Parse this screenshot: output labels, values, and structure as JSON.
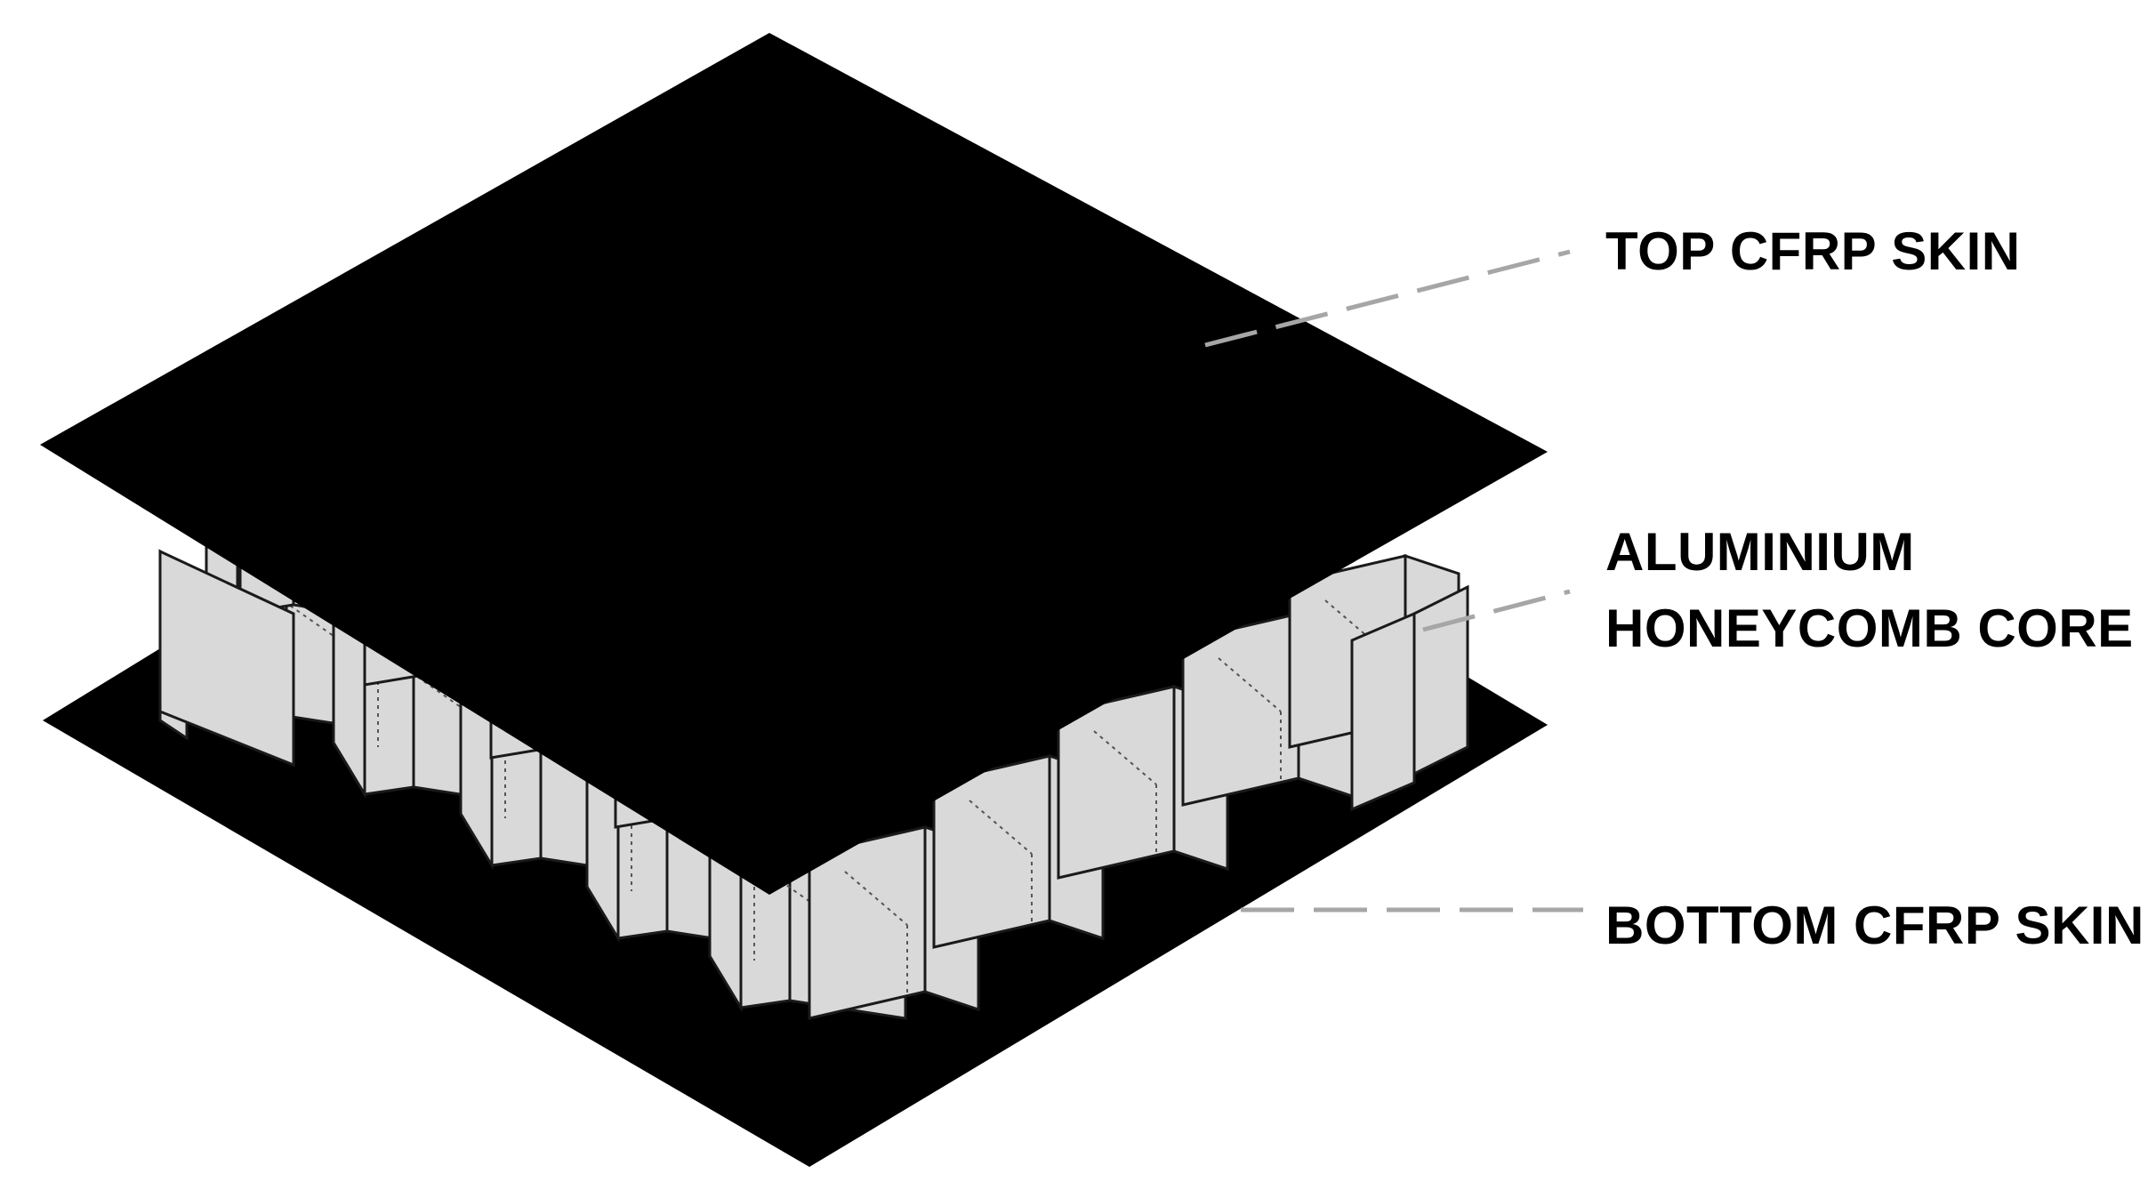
{
  "labels": {
    "top_skin": "TOP CFRP SKIN",
    "core_line1": "ALUMINIUM",
    "core_line2": "HONEYCOMB CORE",
    "bottom_skin": "BOTTOM CFRP SKIN"
  },
  "colors": {
    "skin": "#000000",
    "core_wall": "#d9d9d9",
    "core_edge": "#1a1a1a",
    "leader_line": "#a6a6a6",
    "text": "#000000"
  }
}
